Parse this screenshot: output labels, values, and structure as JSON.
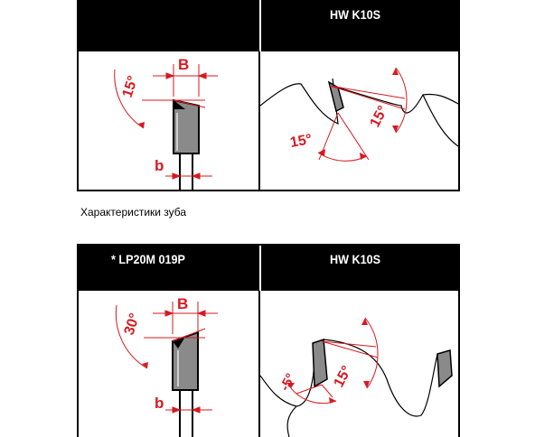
{
  "top_panel": {
    "left_header": "",
    "right_header": "HW  K10S",
    "left_diagram": {
      "angle_label": "15°",
      "width_label": "B",
      "kerf_label": "b"
    },
    "right_diagram": {
      "rake_angle_label": "15°",
      "clearance_angle_label": "15°"
    }
  },
  "caption": "Характеристики зуба",
  "bottom_panel": {
    "left_header": "* LP20M  019P",
    "right_header": "HW  K10S",
    "left_diagram": {
      "angle_label": "30°",
      "width_label": "B",
      "kerf_label": "b"
    },
    "right_diagram": {
      "rake_angle_label": "-5°",
      "clearance_angle_label": "15°"
    }
  },
  "colors": {
    "accent_red": "#d71920",
    "tooth_gray": "#8a8a8a"
  }
}
